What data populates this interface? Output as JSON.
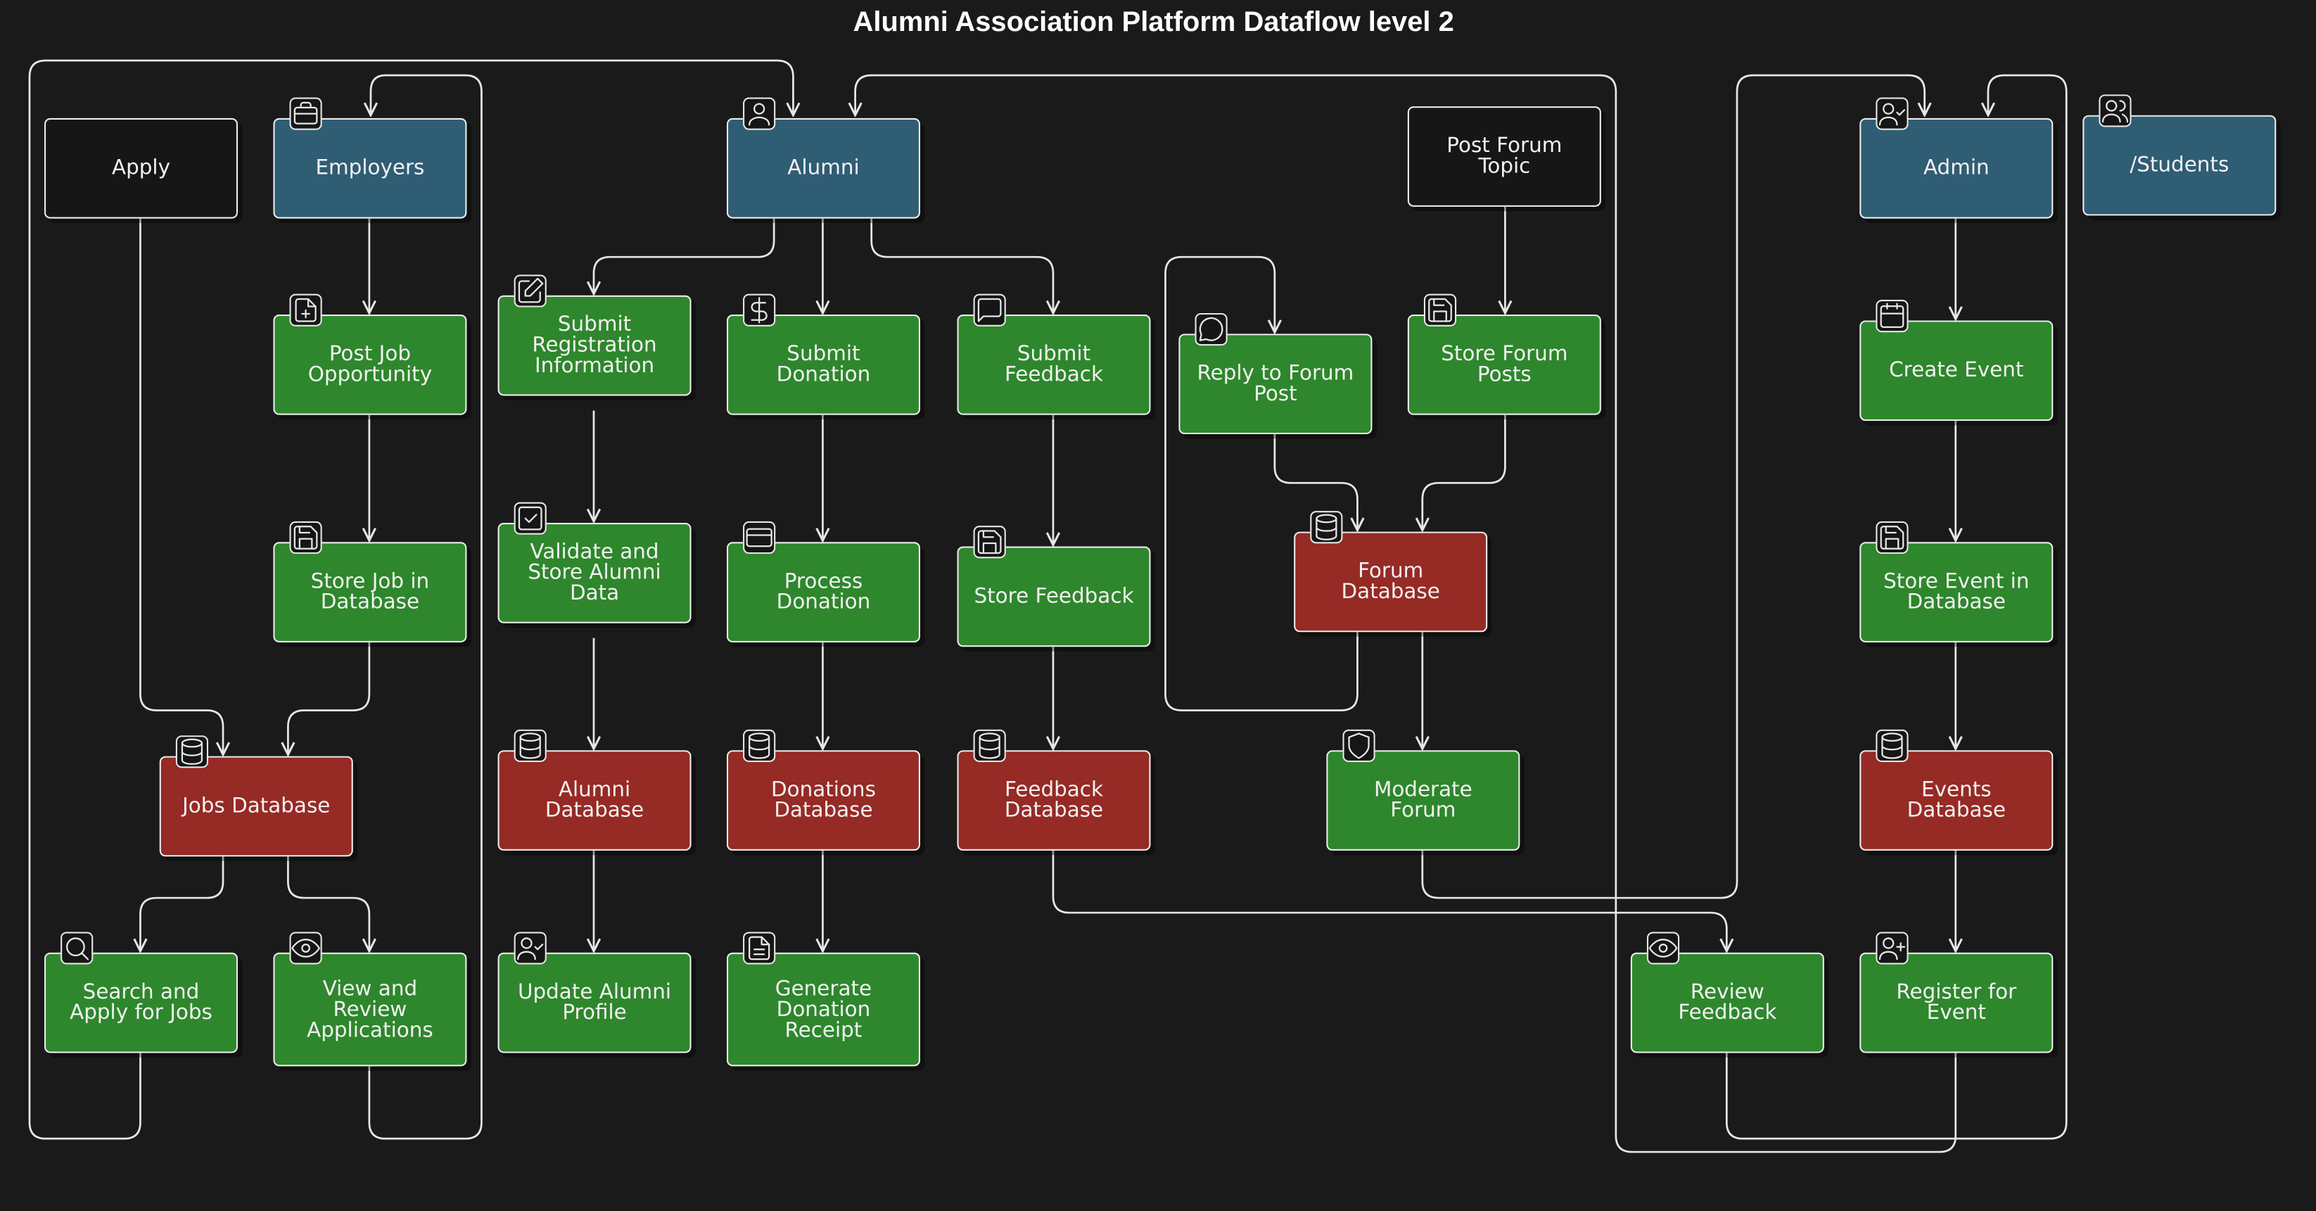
{
  "title": "Alumni Association Platform Dataflow level 2",
  "nodes": {
    "apply": "Apply",
    "employers": "Employers",
    "alumni": "Alumni",
    "post_forum_topic": "Post Forum Topic",
    "admin": "Admin",
    "students": "/Students",
    "post_job": "Post Job Opportunity",
    "submit_registration": "Submit Registration Information",
    "submit_donation": "Submit Donation",
    "submit_feedback": "Submit Feedback",
    "reply_forum": "Reply to Forum Post",
    "store_forum_posts": "Store Forum Posts",
    "create_event": "Create Event",
    "store_job": "Store Job in Database",
    "validate_alumni": "Validate and Store Alumni Data",
    "process_donation": "Process Donation",
    "store_feedback": "Store Feedback",
    "forum_db": "Forum Database",
    "store_event": "Store Event in Database",
    "jobs_db": "Jobs Database",
    "alumni_db": "Alumni Database",
    "donations_db": "Donations Database",
    "feedback_db": "Feedback Database",
    "moderate_forum": "Moderate Forum",
    "events_db": "Events Database",
    "search_jobs": "Search and Apply for Jobs",
    "view_applications": "View and Review Applications",
    "update_profile": "Update Alumni Profile",
    "generate_receipt": "Generate Donation Receipt",
    "review_feedback": "Review Feedback",
    "register_event": "Register for Event"
  },
  "colors": {
    "background": "#1a1a1a",
    "entity": "#2f5d74",
    "process": "#2e872c",
    "data_store": "#962a25",
    "plain": "#161616",
    "line": "#e6e6e6"
  },
  "icons": {
    "employers": "briefcase-icon",
    "alumni": "user-icon",
    "admin": "user-check-icon",
    "students": "users-icon",
    "post_job": "file-plus-icon",
    "submit_registration": "edit-icon",
    "submit_donation": "dollar-icon",
    "submit_feedback": "message-square-icon",
    "reply_forum": "message-circle-icon",
    "store_forum_posts": "save-icon",
    "create_event": "calendar-icon",
    "store_job": "save-icon",
    "validate_alumni": "check-square-icon",
    "process_donation": "credit-card-icon",
    "store_feedback": "save-icon",
    "forum_db": "database-icon",
    "store_event": "save-icon",
    "jobs_db": "database-icon",
    "alumni_db": "database-icon",
    "donations_db": "database-icon",
    "feedback_db": "database-icon",
    "moderate_forum": "shield-icon",
    "events_db": "database-icon",
    "search_jobs": "search-icon",
    "view_applications": "eye-icon",
    "update_profile": "user-check-icon",
    "generate_receipt": "file-text-icon",
    "review_feedback": "eye-icon",
    "register_event": "user-plus-icon"
  }
}
